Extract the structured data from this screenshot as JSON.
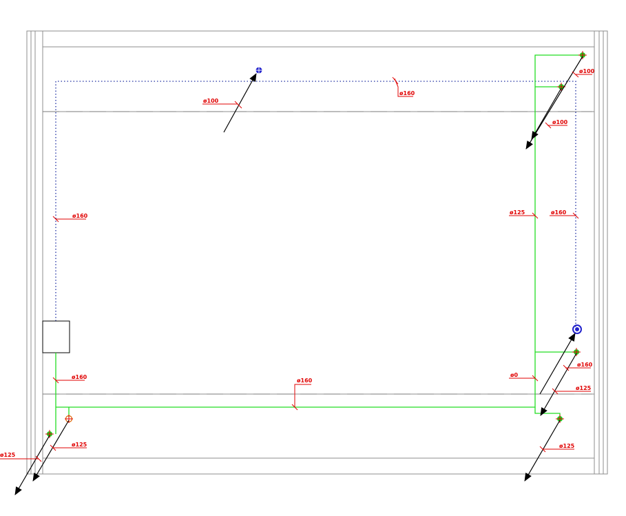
{
  "labels": {
    "top_left_100": "ø100",
    "top_160": "ø160",
    "right_100_top": "ø100",
    "right_100_mid": "ø100",
    "left_160": "ø160",
    "right_125_mid": "ø125",
    "right_160_mid": "ø160",
    "bottom_left_160": "ø160",
    "bottom_mid_160": "ø160",
    "bottom_right_0": "ø0",
    "bottom_right_160": "ø160",
    "bottom_right_125a": "ø125",
    "bottom_left_125": "ø125",
    "far_left_125": "ø125",
    "bottom_right_125b": "ø125"
  },
  "colors": {
    "dimension": "#e00000",
    "supply_duct": "#22dd22",
    "exhaust_duct": "#1a2aa0",
    "walls": "#8c8c8c"
  }
}
